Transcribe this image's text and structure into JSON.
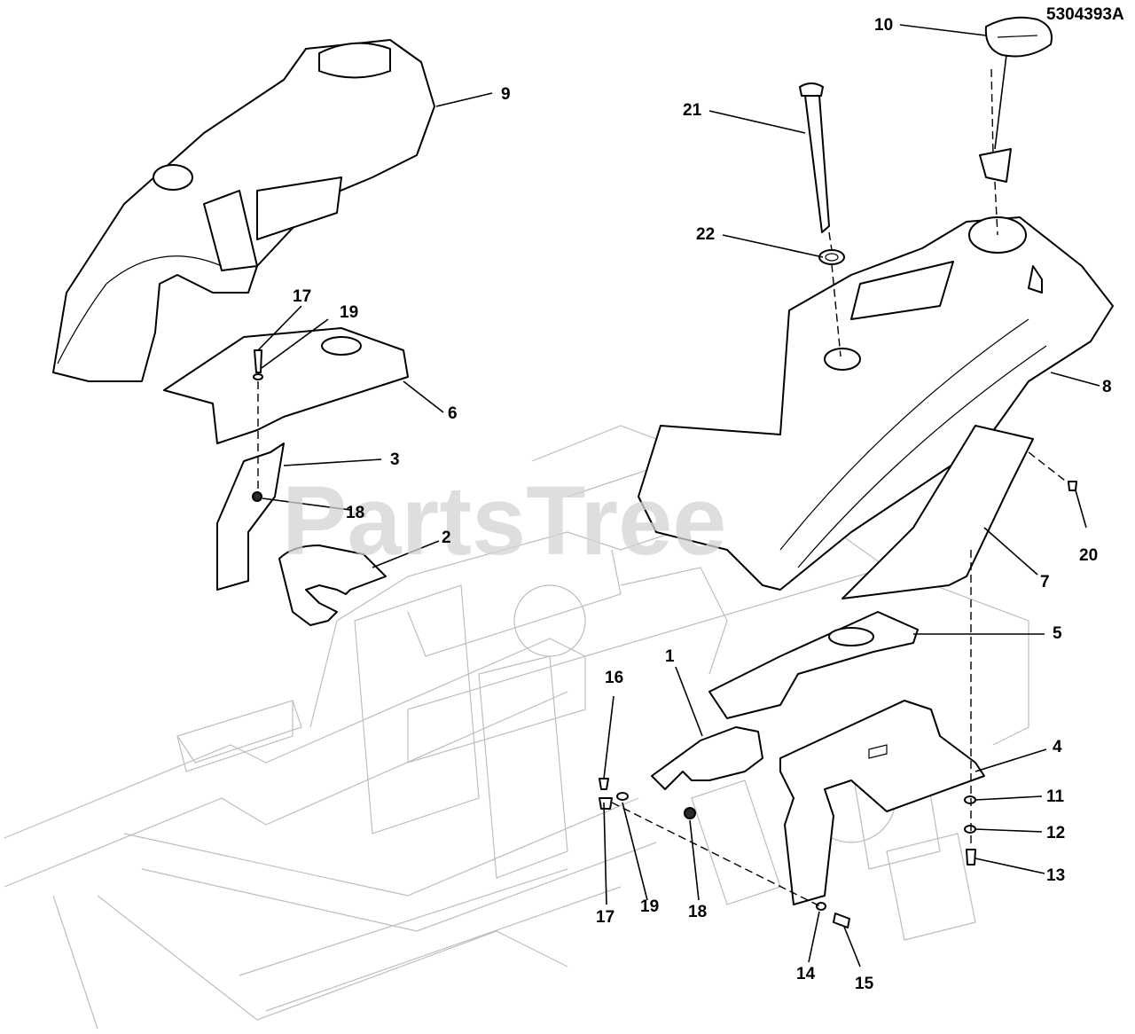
{
  "document_id": "5304393A",
  "watermark": "PartsTree",
  "callouts": [
    {
      "label": "10"
    },
    {
      "label": "9"
    },
    {
      "label": "21"
    },
    {
      "label": "17"
    },
    {
      "label": "19"
    },
    {
      "label": "22"
    },
    {
      "label": "6"
    },
    {
      "label": "8"
    },
    {
      "label": "3"
    },
    {
      "label": "18"
    },
    {
      "label": "2"
    },
    {
      "label": "20"
    },
    {
      "label": "7"
    },
    {
      "label": "5"
    },
    {
      "label": "1"
    },
    {
      "label": "16"
    },
    {
      "label": "4"
    },
    {
      "label": "11"
    },
    {
      "label": "12"
    },
    {
      "label": "13"
    },
    {
      "label": "17"
    },
    {
      "label": "19"
    },
    {
      "label": "18"
    },
    {
      "label": "14"
    },
    {
      "label": "15"
    }
  ]
}
